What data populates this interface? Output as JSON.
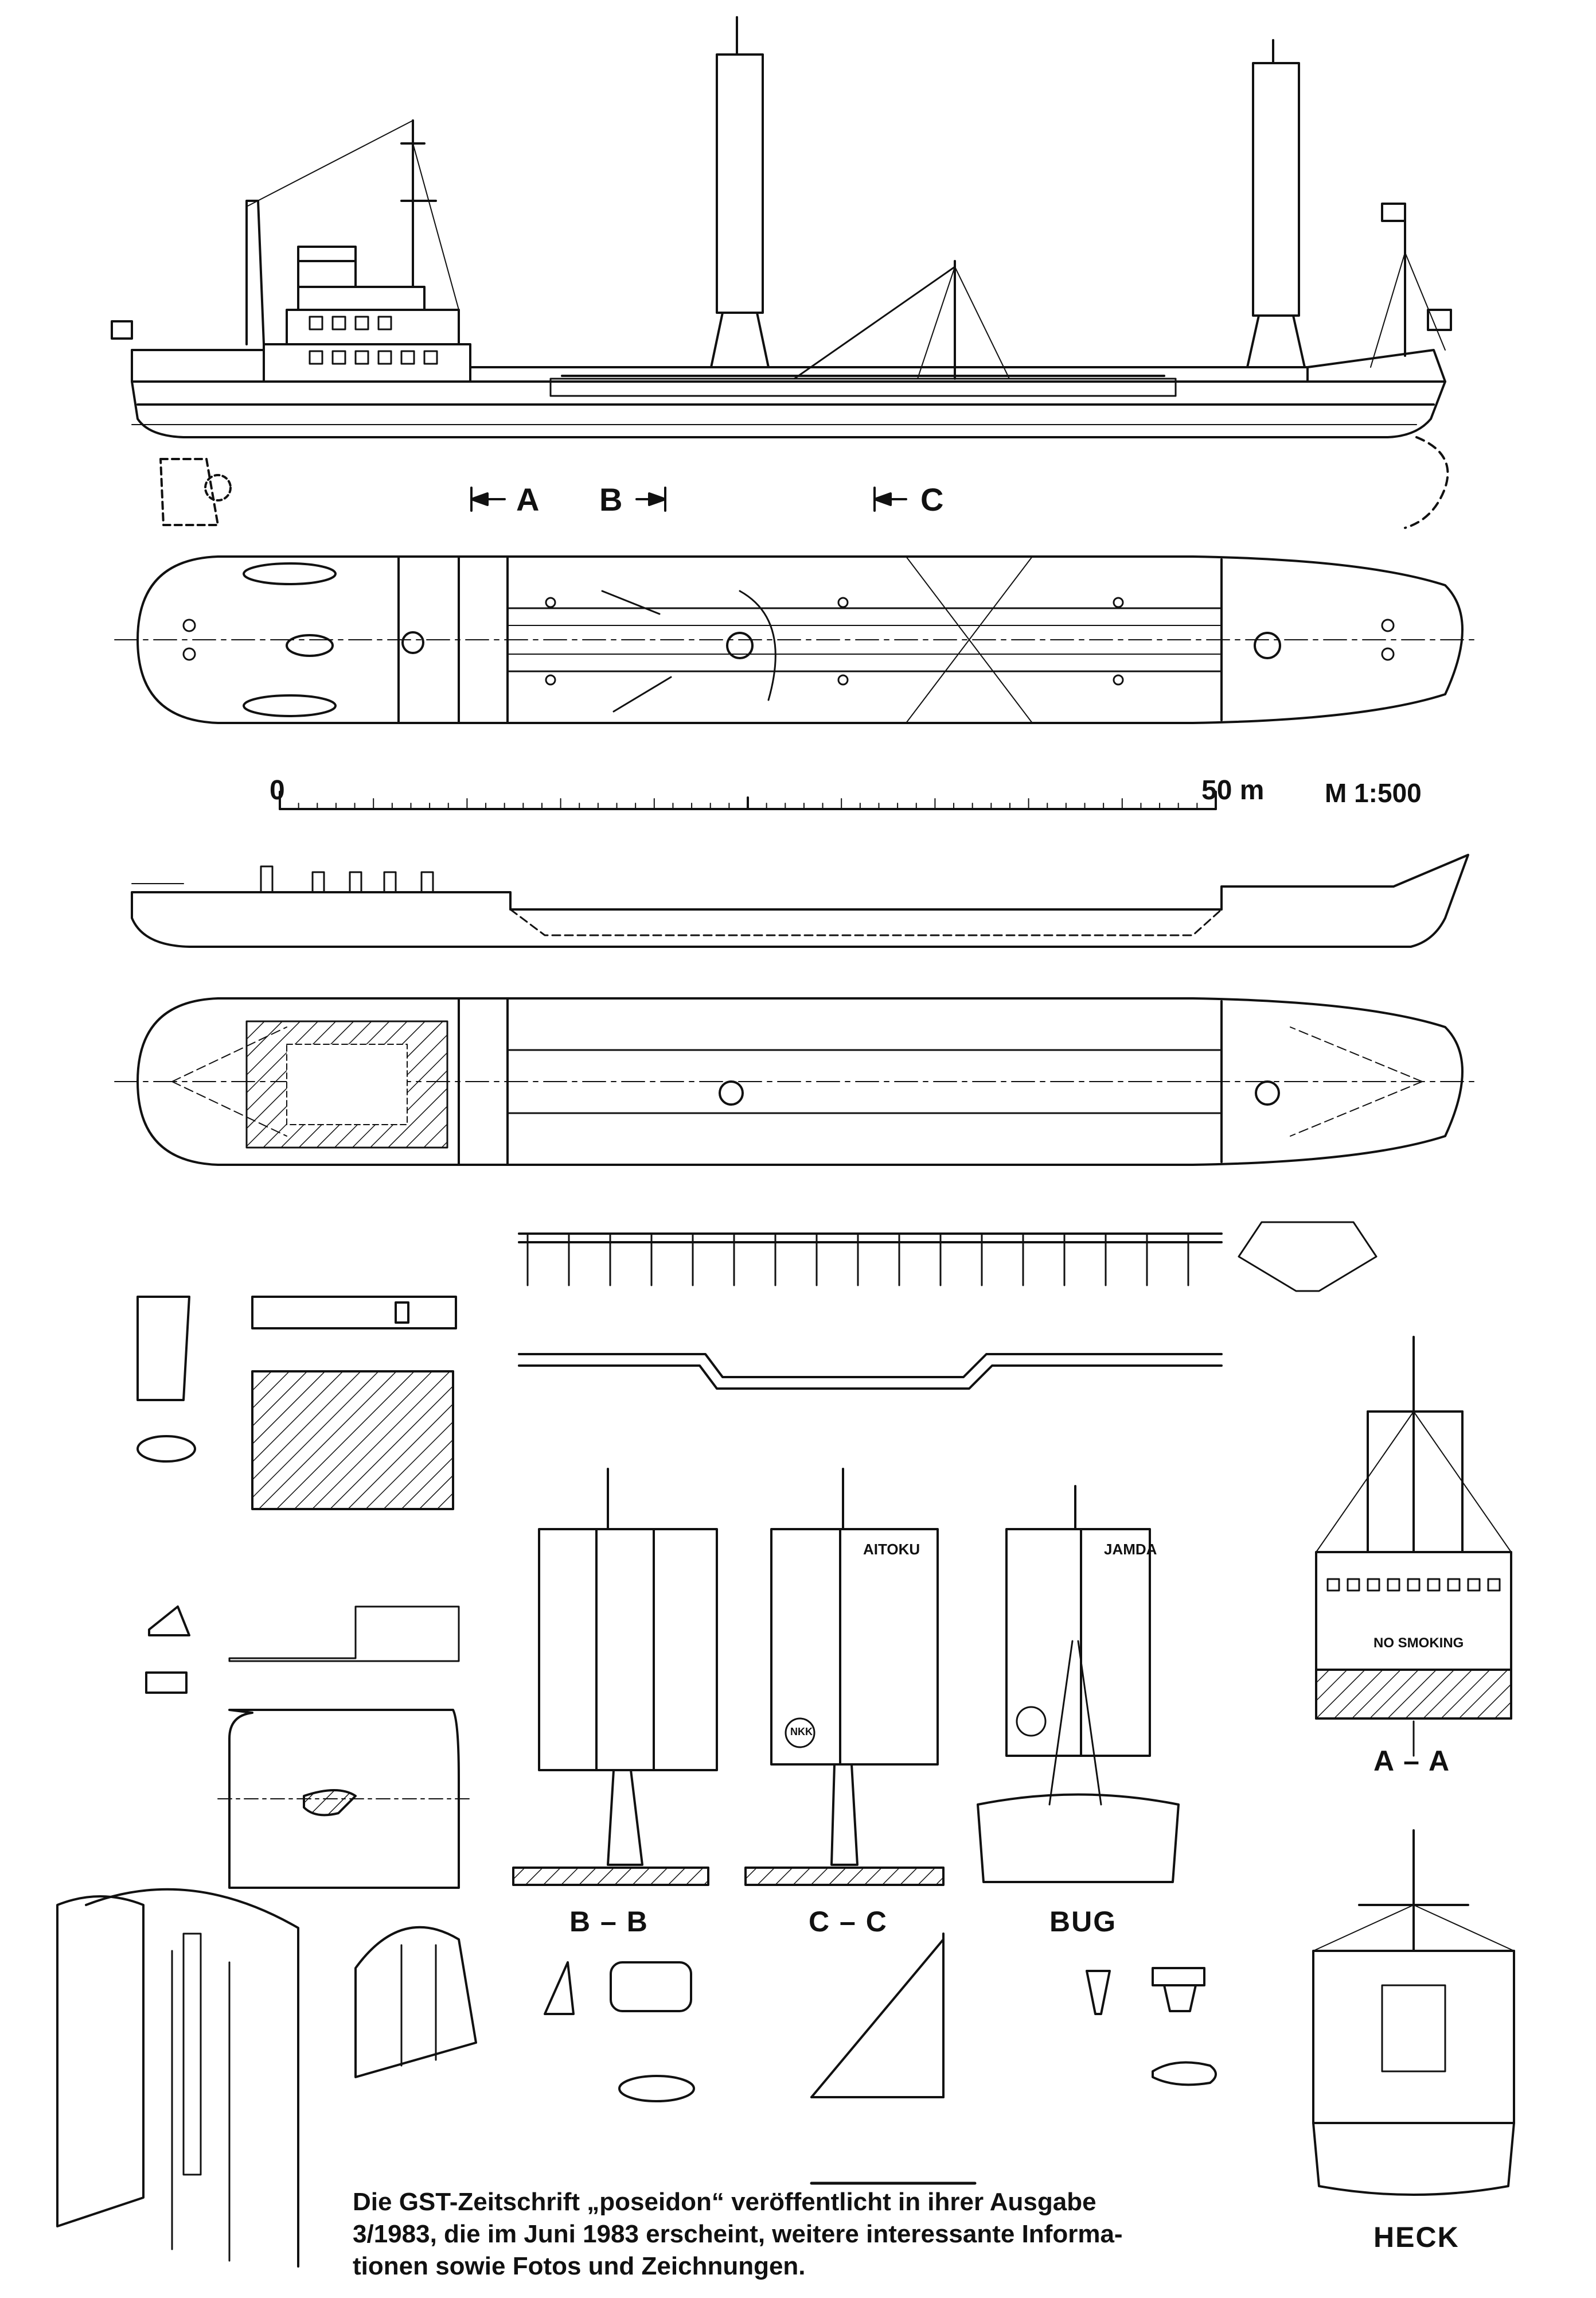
{
  "section_marks": {
    "a": "A",
    "b": "B",
    "c": "C",
    "aa": "A – A",
    "bb": "B – B",
    "cc": "C – C"
  },
  "scale_bar": {
    "start": "0",
    "end": "50 m",
    "ratio": "M 1:500"
  },
  "sail_labels": {
    "aitoku": "AITOKU",
    "jamda": "JAMDA",
    "logo_left": "NKK"
  },
  "placards": {
    "no_smoking": "NO SMOKING"
  },
  "view_titles": {
    "bug": "BUG",
    "heck": "HECK"
  },
  "caption_lines": [
    "Die GST-Zeitschrift „poseidon“ veröffentlicht in ihrer Ausgabe",
    "3/1983, die im Juni 1983 erscheint, weitere interessante Informa-",
    "tionen sowie Fotos und Zeichnungen."
  ]
}
